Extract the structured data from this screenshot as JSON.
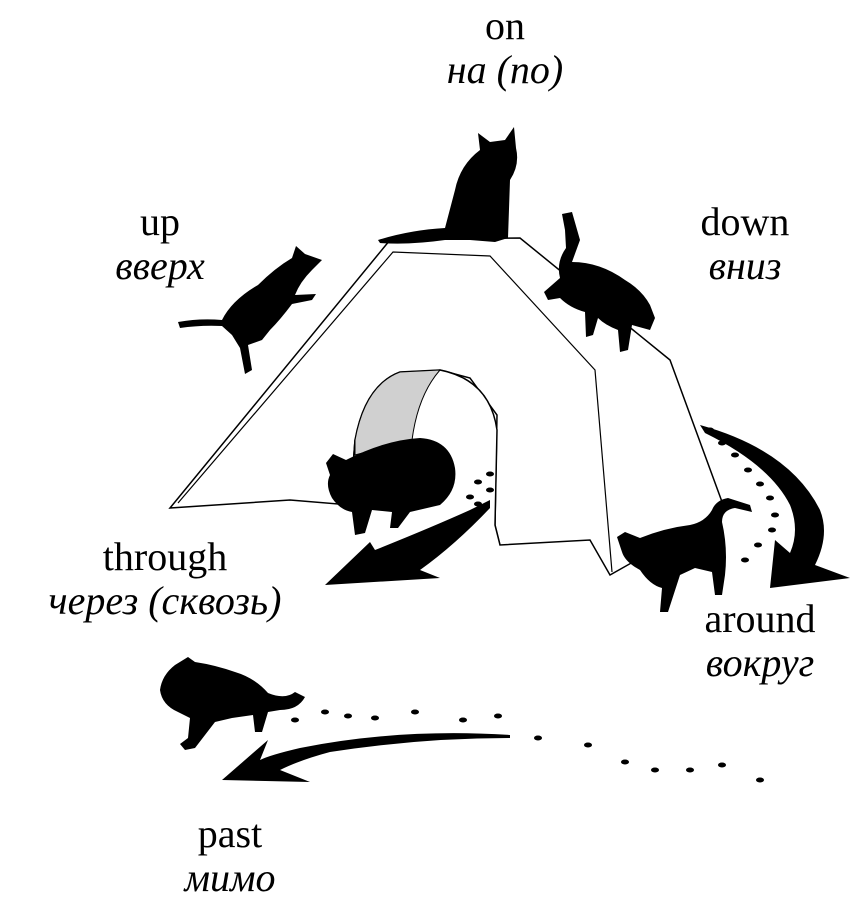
{
  "colors": {
    "ink": "#000000",
    "tent_fill": "#ffffff",
    "tent_inner": "#f4f4f4",
    "tent_shadow": "#d0d0d0"
  },
  "labels": {
    "on": {
      "en": "on",
      "ru": "на (по)"
    },
    "up": {
      "en": "up",
      "ru": "вверх"
    },
    "down": {
      "en": "down",
      "ru": "вниз"
    },
    "through": {
      "en": "through",
      "ru": "через (сквозь)"
    },
    "around": {
      "en": "around",
      "ru": "вокруг"
    },
    "past": {
      "en": "past",
      "ru": "мимо"
    }
  },
  "icons": [
    "cat-sitting-icon",
    "cat-climbing-icon",
    "cat-descending-icon",
    "cat-crawling-icon",
    "cat-walking-icon",
    "cat-passing-icon",
    "arrow-icon"
  ]
}
